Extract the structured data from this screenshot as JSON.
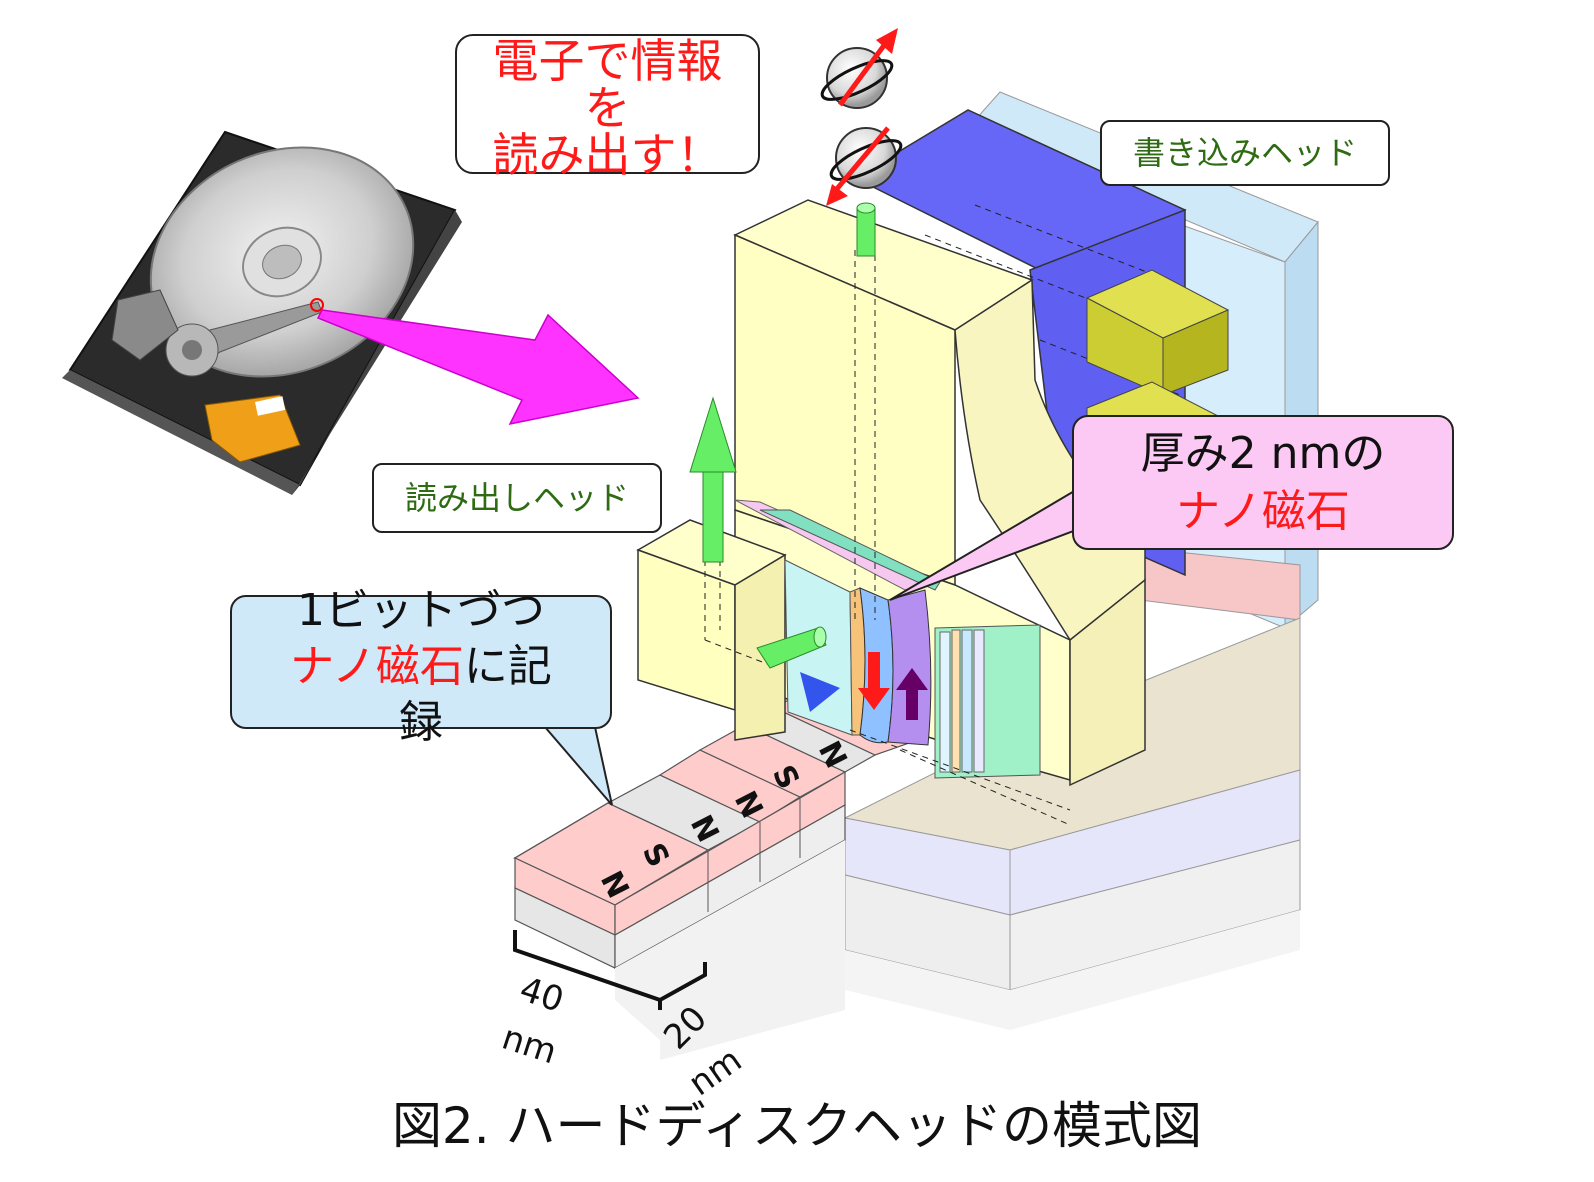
{
  "callouts": {
    "read_info": [
      "電子で情報",
      "を",
      "読み出す！"
    ],
    "write_head": "書き込みヘッド",
    "read_head": "読み出しヘッド",
    "nanomagnet": {
      "line1": "厚み2 nmの",
      "line2": "ナノ磁石"
    },
    "bit": {
      "line1": "1ビットづつ",
      "line2_red": "ナノ磁石",
      "line2_black": "に記",
      "line3": "録"
    }
  },
  "magnet_labels": [
    "N",
    "S",
    "N",
    "N",
    "S",
    "N"
  ],
  "dimensions": {
    "length": "40",
    "length_unit": "nm",
    "width": "20",
    "width_unit": "nm"
  },
  "caption": "図2. ハードディスクヘッドの模式図",
  "colors": {
    "write_head_blue": "#6666f7",
    "shield_lightblue": "#cfe9f9",
    "head_yellow": "#ffffcc",
    "coil_olive": "#cccc33",
    "arrow_magenta": "#ff33ff",
    "arrow_green": "#66ee66",
    "bit_pink": "#ffcccc",
    "accent_red": "#ff1a1a",
    "accent_purple": "#660066",
    "accent_blue": "#3355ee"
  }
}
